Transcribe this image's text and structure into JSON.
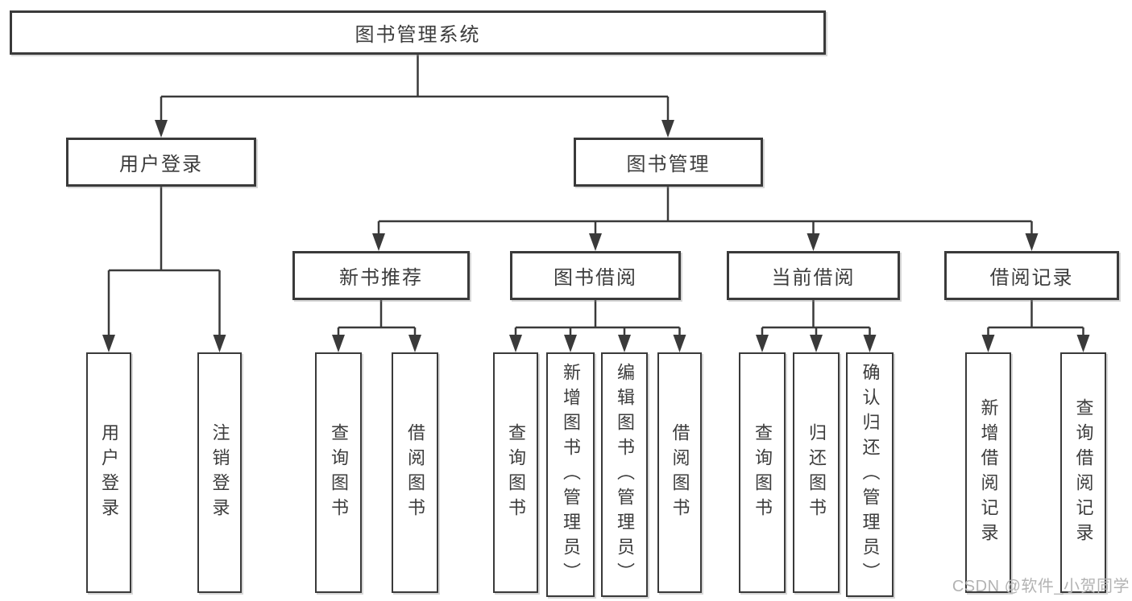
{
  "diagram": {
    "root_label": "图书管理系统",
    "branches": [
      {
        "label": "用户登录",
        "children": [
          "用户登录",
          "注销登录"
        ]
      },
      {
        "label": "图书管理",
        "groups": [
          {
            "label": "新书推荐",
            "children": [
              "查询图书",
              "借阅图书"
            ]
          },
          {
            "label": "图书借阅",
            "children": [
              "查询图书",
              "新增图书（管理员）",
              "编辑图书（管理员）",
              "借阅图书"
            ]
          },
          {
            "label": "当前借阅",
            "children": [
              "查询图书",
              "归还图书",
              "确认归还（管理员）"
            ]
          },
          {
            "label": "借阅记录",
            "children": [
              "新增借阅记录",
              "查询借阅记录"
            ]
          }
        ]
      }
    ]
  },
  "watermark": "CSDN @软件_小贺同学",
  "colors": {
    "line": "#3a3a3a",
    "text": "#3c3c3c",
    "watermark": "#b3b3b3",
    "background": "#ffffff"
  }
}
